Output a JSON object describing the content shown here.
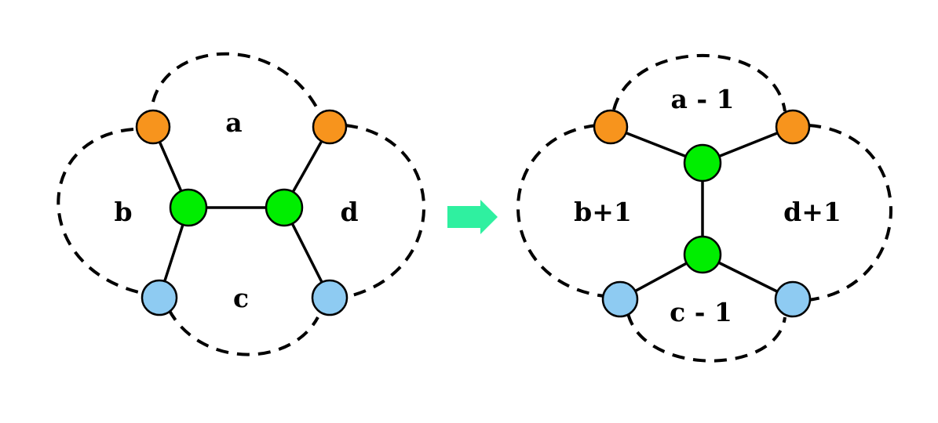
{
  "diagram": {
    "left": {
      "regions": {
        "top": "a",
        "left": "b",
        "bottom": "c",
        "right": "d"
      }
    },
    "right": {
      "regions": {
        "top": "a - 1",
        "left": "b+1",
        "bottom": "c - 1",
        "right": "d+1"
      }
    },
    "colors": {
      "outer_top_node": "#f7941d",
      "inner_node": "#00ee00",
      "outer_bottom_node": "#8ecbf2",
      "transition_arrow": "#2ff0a0",
      "line": "#000000"
    },
    "transition_icon": "right-arrow-icon"
  }
}
